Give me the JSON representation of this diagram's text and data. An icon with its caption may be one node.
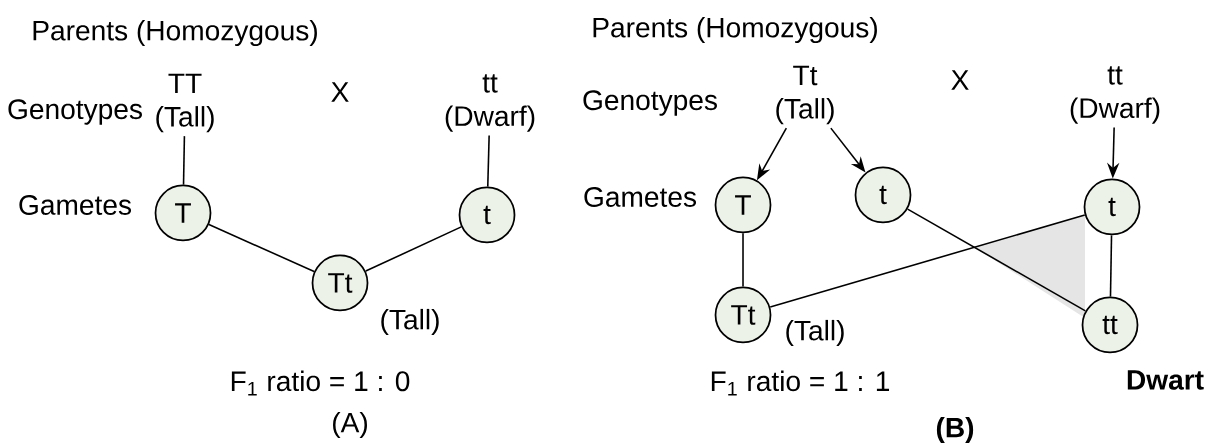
{
  "diagram": {
    "nodes": [
      {
        "text": [
          "TT",
          "(Tall)"
        ]
      },
      {
        "text": [
          "tt",
          "(Dwarf)"
        ]
      },
      {
        "text": [
          "T"
        ]
      },
      {
        "text": [
          "t"
        ]
      },
      {
        "text": [
          "Tt"
        ],
        "beside": [
          "(Tall)"
        ]
      },
      {
        "text": [
          "Tt",
          "(Tall)"
        ]
      },
      {
        "text": [
          "tt",
          "(Dwarf)"
        ]
      },
      {
        "text": [
          "T"
        ]
      },
      {
        "text": [
          "t"
        ]
      },
      {
        "text": [
          "t"
        ]
      },
      {
        "text": [
          "Tt"
        ],
        "beside": [
          "(Tall)"
        ]
      },
      {
        "text": [
          "tt"
        ],
        "beside": [
          "Dwart"
        ]
      }
    ],
    "edges": [
      {
        "from": 0,
        "to": 2,
        "arrow": "none"
      },
      {
        "from": 1,
        "to": 3,
        "arrow": "none"
      },
      {
        "from": 2,
        "to": 4,
        "arrow": "none"
      },
      {
        "from": 3,
        "to": 4,
        "arrow": "none"
      },
      {
        "from": 5,
        "to": 7,
        "arrow": "to"
      },
      {
        "from": 5,
        "to": 8,
        "arrow": "to"
      },
      {
        "from": 6,
        "to": 9,
        "arrow": "to"
      },
      {
        "from": 7,
        "to": 10,
        "arrow": "none"
      },
      {
        "from": 10,
        "to": 9,
        "arrow": "none"
      },
      {
        "from": 8,
        "to": 11,
        "arrow": "none"
      },
      {
        "from": 9,
        "to": 11,
        "arrow": "none"
      }
    ],
    "labels": [
      "Parents (Homozygous)",
      "Genotypes",
      "X",
      "Gametes",
      "F$_{1}$ ratio = 1 : 0",
      "(A)",
      "Parents (Homozygous)",
      "Genotypes",
      "X",
      "Gametes",
      "F$_{1}$ ratio = 1 : 1",
      "(B)"
    ]
  }
}
